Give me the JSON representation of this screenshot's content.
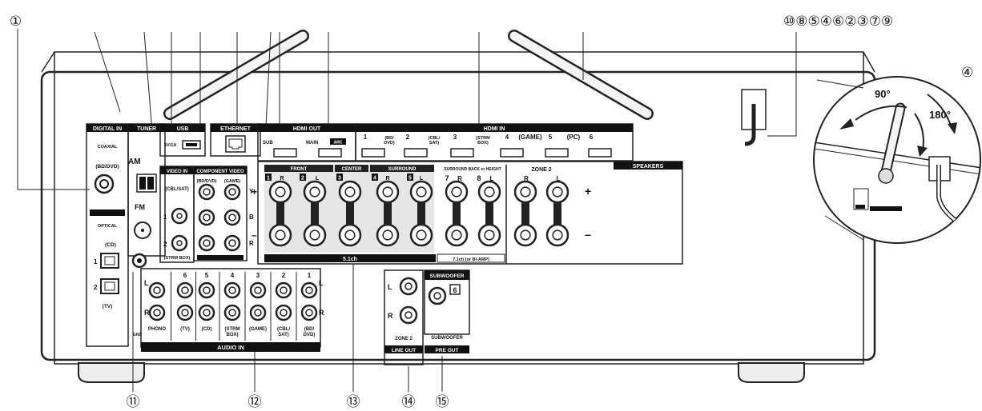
{
  "callouts": {
    "top_left": "①",
    "top_right": "⑩⑧⑤④⑥②③⑦⑨",
    "zoom": "④",
    "bottom": [
      "⑪",
      "⑫",
      "⑬",
      "⑭",
      "⑮"
    ]
  },
  "angles": {
    "a90": "90°",
    "a180": "180°"
  },
  "sections": {
    "digital_in": "DIGITAL IN",
    "coaxial": "COAXIAL",
    "coax_bd": "(BD/DVD)",
    "optical": "OPTICAL",
    "opt_cd": "(CD)",
    "opt_1": "1",
    "opt_2": "2",
    "opt_tv": "(TV)",
    "tuner": "TUNER",
    "am": "AM",
    "fm": "FM",
    "usb": "USB",
    "usb_power": "5V/1A",
    "ethernet": "ETHERNET",
    "hdmi_out": "HDMI OUT",
    "hdmi_sub": "SUB",
    "hdmi_main": "MAIN",
    "hdmi_arc": "ARC",
    "hdmi_in": "HDMI IN",
    "hdmi_in_labels": [
      "1",
      "(BD/ DVD)",
      "2",
      "(CBL/ SAT)",
      "3",
      "(STRM BOX)",
      "4",
      "(GAME)",
      "5",
      "(PC)",
      "6"
    ],
    "video_in": "VIDEO IN",
    "video_cbl": "(CBL/SAT)",
    "video_1": "1",
    "video_2": "2",
    "video_strm": "(STRM BOX)",
    "component": "COMPONENT VIDEO",
    "comp_bd": "(BD/DVD)",
    "comp_game": "(GAME)",
    "comp_y": "Y",
    "comp_b": "B",
    "comp_r": "R",
    "speakers": "SPEAKERS",
    "front": "FRONT",
    "center": "CENTER",
    "surround": "SURROUND",
    "surround_back": "SURROUND BACK or HEIGHT",
    "zone2": "ZONE 2",
    "ch_1": "1",
    "ch_2": "2",
    "ch_3": "3",
    "ch_4": "4",
    "ch_5": "5",
    "ch_7": "7",
    "ch_8": "8",
    "r": "R",
    "l": "L",
    "plus": "+",
    "minus": "–",
    "ch51": "5.1ch",
    "ch71": "7.1ch (or BI-AMP)",
    "audio_in": "AUDIO IN",
    "audio_nums": [
      "6",
      "5",
      "4",
      "3",
      "2",
      "1"
    ],
    "audio_labels": [
      "PHONO",
      "(TV)",
      "(CD)",
      "(STRM BOX)",
      "(GAME)",
      "(CBL/ SAT)",
      "(BD/ DVD)"
    ],
    "gnd": "GND",
    "zone2_line": "ZONE 2",
    "line_out": "LINE OUT",
    "subwoofer": "SUBWOOFER",
    "sub_badge": "6",
    "subwoofer_pre": "SUBWOOFER",
    "pre_out": "PRE OUT"
  }
}
